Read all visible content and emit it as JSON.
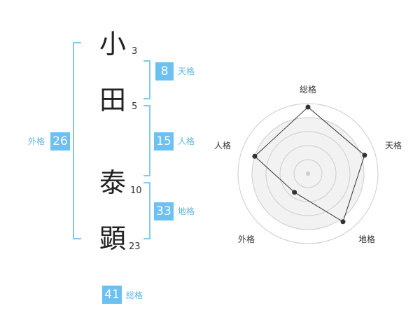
{
  "name": {
    "chars": [
      {
        "char": "小",
        "strokes": "3"
      },
      {
        "char": "田",
        "strokes": "5"
      },
      {
        "char": "泰",
        "strokes": "10"
      },
      {
        "char": "顕",
        "strokes": "23"
      }
    ]
  },
  "scores": {
    "tenkaku": {
      "value": "8",
      "label": "天格"
    },
    "jinkaku": {
      "value": "15",
      "label": "人格"
    },
    "chikaku": {
      "value": "33",
      "label": "地格"
    },
    "gaikaku": {
      "value": "26",
      "label": "外格"
    },
    "soukaku": {
      "value": "41",
      "label": "総格"
    }
  },
  "colors": {
    "accent": "#6cc0f2",
    "label": "#5fb4e6",
    "bracket": "#86c7ef"
  },
  "radar": {
    "axes": [
      "総格",
      "天格",
      "地格",
      "外格",
      "人格"
    ],
    "levels": 5,
    "values": [
      0.95,
      0.85,
      0.85,
      0.33,
      0.8
    ]
  }
}
